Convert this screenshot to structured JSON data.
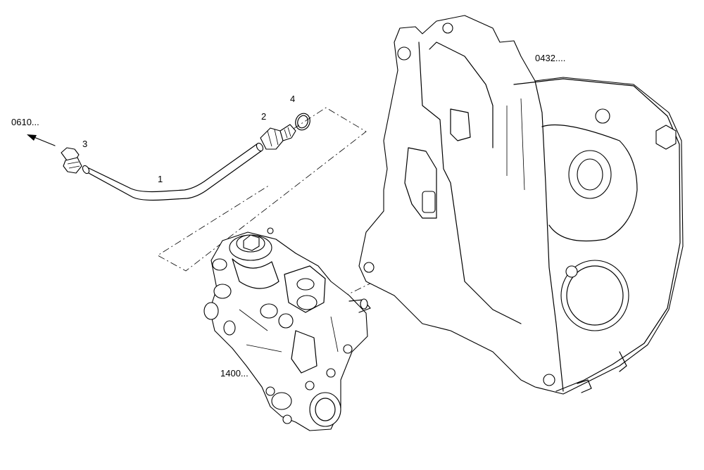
{
  "labels": {
    "ref_0610": "0610...",
    "ref_0432": "0432....",
    "ref_1400": "1400...",
    "item_1": "1",
    "item_2": "2",
    "item_3": "3",
    "item_4": "4"
  },
  "colors": {
    "line": "#000000",
    "background": "#ffffff"
  }
}
